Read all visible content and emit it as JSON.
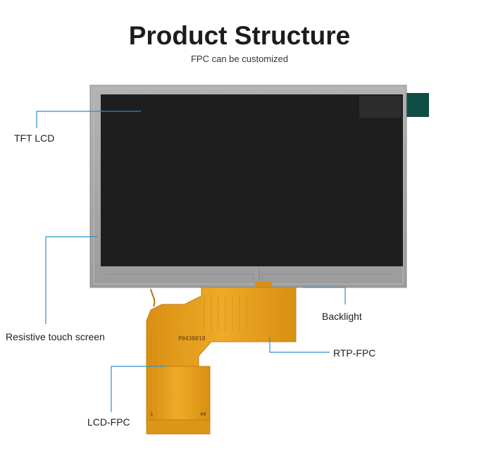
{
  "header": {
    "title": "Product Structure",
    "subtitle": "FPC can be customized"
  },
  "callouts": {
    "tft_lcd": "TFT LCD",
    "resistive_touch_screen": "Resistive touch screen",
    "backlight": "Backlight",
    "rtp_fpc": "RTP-FPC",
    "lcd_fpc": "LCD-FPC"
  },
  "fpc_markings": {
    "part_number": "P0438018",
    "pin_first": "1",
    "pin_last": "40"
  },
  "colors": {
    "leader_line": "#2a8fd0",
    "screen": "#1e1e1e",
    "frame": "#a7a7a7",
    "fpc": "#e8a21d",
    "tab": "#0f4d45"
  }
}
